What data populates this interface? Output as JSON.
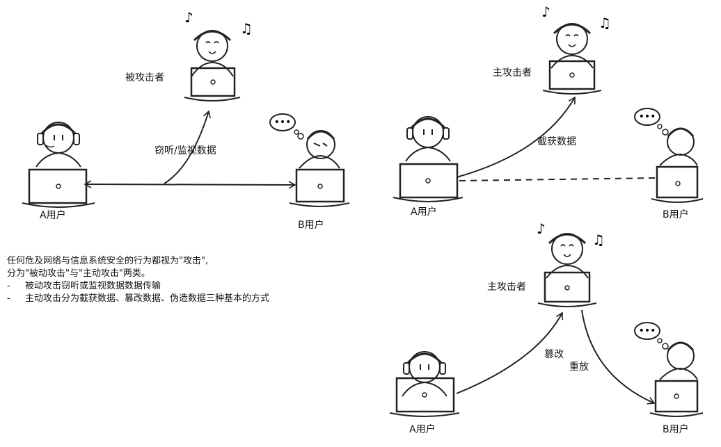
{
  "scene1": {
    "attacked_label": "被攻击者",
    "eavesdrop_label": "窃听/监视数据",
    "user_a_label": "A用户",
    "user_b_label": "B用户"
  },
  "scene2": {
    "attacker_label": "主攻击者",
    "intercept_label": "截获数据",
    "user_a_label": "A用户",
    "user_b_label": "B用户"
  },
  "scene3": {
    "attacker_label": "主攻击者",
    "tamper_label": "篡改",
    "replay_label": "重放",
    "user_a_label": "A用户",
    "user_b_label": "B用户"
  },
  "description": {
    "line1": "任何危及网络与信息系统安全的行为都视为\"攻击\",",
    "line2": "分为\"被动攻击\"与\"主动攻击\"两类。",
    "bullet_marker": "-",
    "bullet1": "被动攻击窃听或监视数据数据传输",
    "bullet2": "主动攻击分为截获数据、篡改数据、伪造数据三种基本的方式"
  }
}
